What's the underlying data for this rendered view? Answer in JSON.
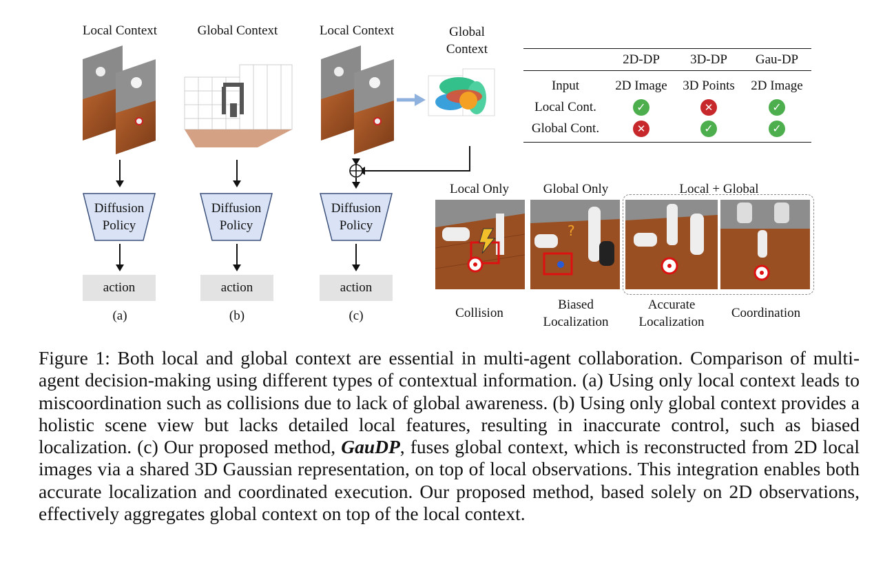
{
  "panels": [
    {
      "title": "Local Context",
      "box": "Diffusion\nPolicy",
      "box_l1": "Diffusion",
      "box_l2": "Policy",
      "action": "action",
      "sub": "(a)"
    },
    {
      "title": "Global Context",
      "box_l1": "Diffusion",
      "box_l2": "Policy",
      "action": "action",
      "sub": "(b)"
    },
    {
      "title": "Local Context",
      "box_l1": "Diffusion",
      "box_l2": "Policy",
      "action": "action",
      "sub": "(c)"
    }
  ],
  "global_context_top": {
    "l1": "Global",
    "l2": "Context"
  },
  "table": {
    "headers": [
      "",
      "2D-DP",
      "3D-DP",
      "Gau-DP"
    ],
    "rows": [
      {
        "label": "Input",
        "cells": [
          "2D Image",
          "3D Points",
          "2D Image"
        ]
      },
      {
        "label": "Local Cont.",
        "cells": [
          "check",
          "cross",
          "check"
        ]
      },
      {
        "label": "Global Cont.",
        "cells": [
          "cross",
          "check",
          "check"
        ]
      }
    ]
  },
  "scenes": {
    "group_titles": [
      "Local Only",
      "Global Only",
      "Local + Global"
    ],
    "labels": [
      {
        "l1": "Collision",
        "l2": ""
      },
      {
        "l1": "Biased",
        "l2": "Localization"
      },
      {
        "l1": "Accurate",
        "l2": "Localization"
      },
      {
        "l1": "Coordination",
        "l2": ""
      }
    ]
  },
  "caption": {
    "prefix": "Figure 1: Both local and global context are essential in multi-agent collaboration. Comparison of multi-agent decision-making using different types of contextual information. (a) Using only local context leads to miscoordination such as collisions due to lack of global awareness. (b) Using only global context provides a holistic scene view but lacks detailed local features, resulting in inaccurate control, such as biased localization. (c) Our proposed method, ",
    "method": "GauDP",
    "suffix": ", fuses global context, which is reconstructed from 2D local images via a shared 3D Gaussian representation, on top of local observations. This integration enables both accurate localization and coordinated execution. Our proposed method, based solely on 2D observations, effectively aggregates global context on top of the local context."
  },
  "colors": {
    "diffusion_fill": "#d9e3f5",
    "diffusion_stroke": "#3a4f7a",
    "arrow_blue": "#8fb1dd",
    "check": "#4cae4c",
    "cross": "#c6282b",
    "action_fill": "#e3e3e3"
  }
}
